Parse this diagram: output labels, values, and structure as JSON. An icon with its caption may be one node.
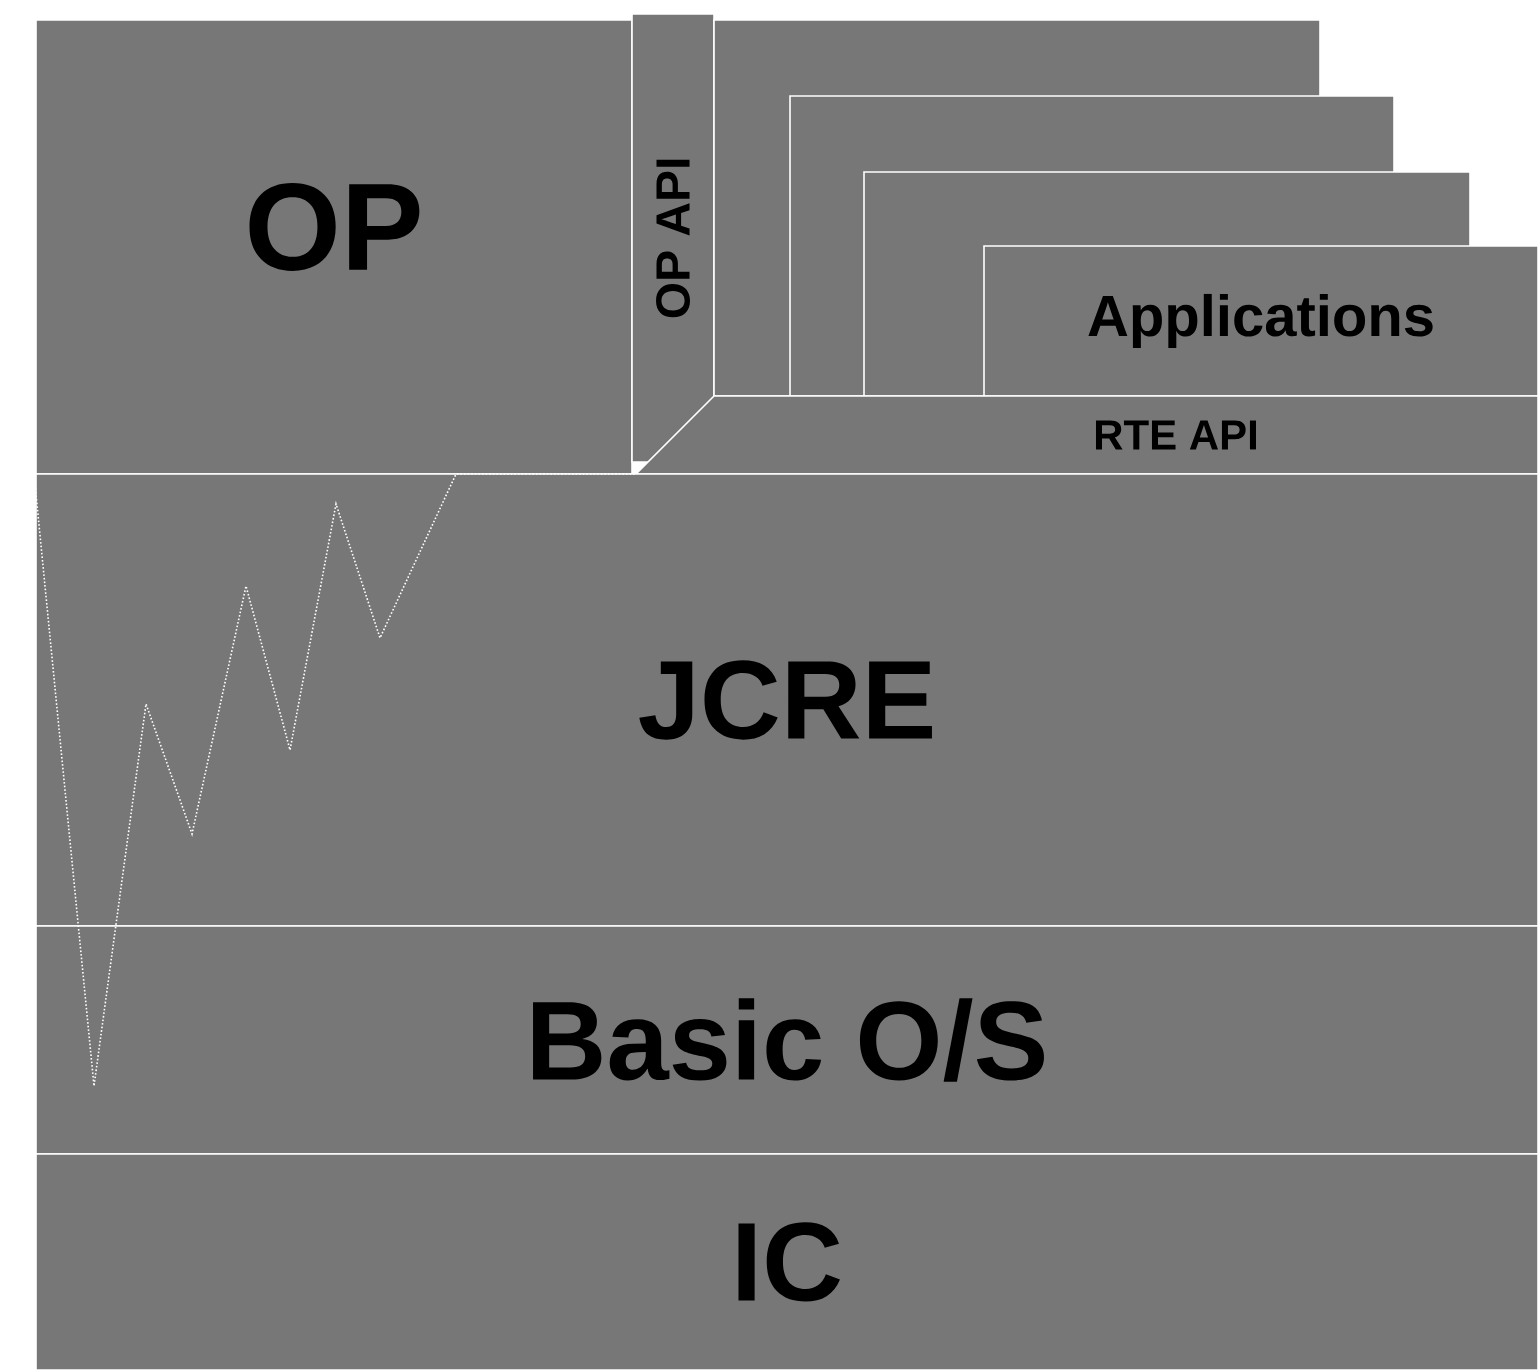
{
  "diagram": {
    "nodes": [
      {
        "text": [
          "OP"
        ]
      },
      {
        "text": [
          "OP API"
        ]
      },
      {
        "text": [],
        "shape": "box"
      },
      {
        "text": [],
        "shape": "box"
      },
      {
        "text": [],
        "shape": "box"
      },
      {
        "text": [
          "Applications"
        ]
      },
      {
        "text": [
          "RTE API"
        ]
      },
      {
        "text": [
          "JCRE"
        ]
      },
      {
        "text": [
          "Basic O/S"
        ]
      },
      {
        "text": [
          "IC"
        ]
      }
    ]
  }
}
